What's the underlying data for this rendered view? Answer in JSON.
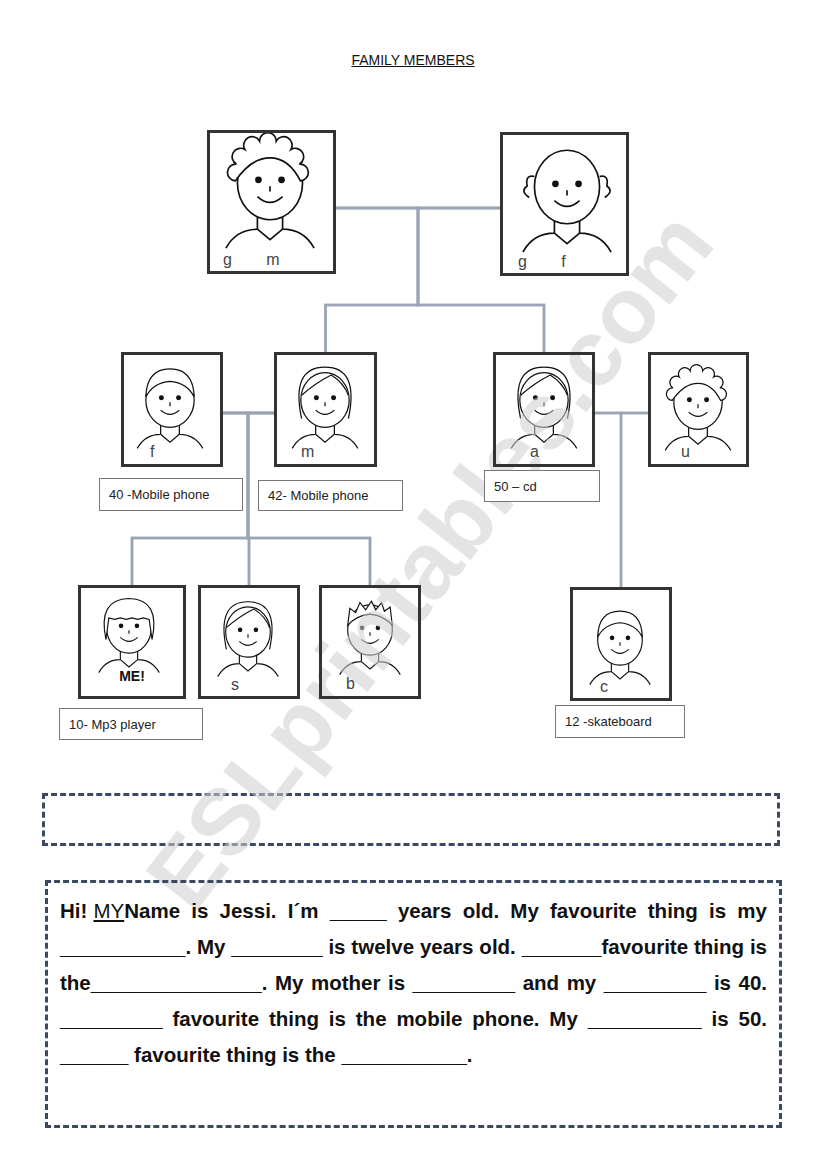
{
  "diagram": {
    "title": "FAMILY MEMBERS",
    "nodes": [
      {
        "text": [
          "g m"
        ]
      },
      {
        "text": [
          "g f"
        ]
      },
      {
        "text": [
          "f"
        ]
      },
      {
        "text": [
          "m"
        ]
      },
      {
        "text": [
          "a"
        ]
      },
      {
        "text": [
          "u"
        ]
      },
      {
        "text": [
          "40 -Mobile phone"
        ]
      },
      {
        "text": [
          "42- Mobile phone"
        ]
      },
      {
        "text": [
          "50 – cd"
        ]
      },
      {
        "text": [
          "ME!"
        ]
      },
      {
        "text": [
          "s"
        ]
      },
      {
        "text": [
          "b"
        ]
      },
      {
        "text": [
          "c"
        ]
      },
      {
        "text": [
          "10- Mp3 player"
        ]
      },
      {
        "text": [
          "12 -skateboard"
        ]
      },
      {
        "text": [
          "Hi!",
          "MY",
          "Name is Jessi. I´m _____ years old. My favourite thing is my ___________. My ________ is twelve years old. _______favourite thing is the_______________. My mother is _________ and my _________ is 40. _________ favourite thing is the mobile phone.  My __________ is 50. ______ favourite thing is the ___________."
        ]
      }
    ],
    "edges": [
      {
        "from": 0,
        "to": 1,
        "arrow": "none"
      },
      {
        "from": 0,
        "to": 3,
        "arrow": "none"
      },
      {
        "from": 1,
        "to": 3,
        "arrow": "none"
      },
      {
        "from": 0,
        "to": 4,
        "arrow": "none"
      },
      {
        "from": 1,
        "to": 4,
        "arrow": "none"
      },
      {
        "from": 2,
        "to": 3,
        "arrow": "none"
      },
      {
        "from": 2,
        "to": 9,
        "arrow": "none"
      },
      {
        "from": 3,
        "to": 9,
        "arrow": "none"
      },
      {
        "from": 2,
        "to": 10,
        "arrow": "none"
      },
      {
        "from": 3,
        "to": 10,
        "arrow": "none"
      },
      {
        "from": 2,
        "to": 11,
        "arrow": "none"
      },
      {
        "from": 3,
        "to": 11,
        "arrow": "none"
      },
      {
        "from": 4,
        "to": 5,
        "arrow": "none"
      },
      {
        "from": 4,
        "to": 12,
        "arrow": "none"
      },
      {
        "from": 5,
        "to": 12,
        "arrow": "none"
      }
    ],
    "labels": [
      "ESLprintables.com"
    ]
  }
}
